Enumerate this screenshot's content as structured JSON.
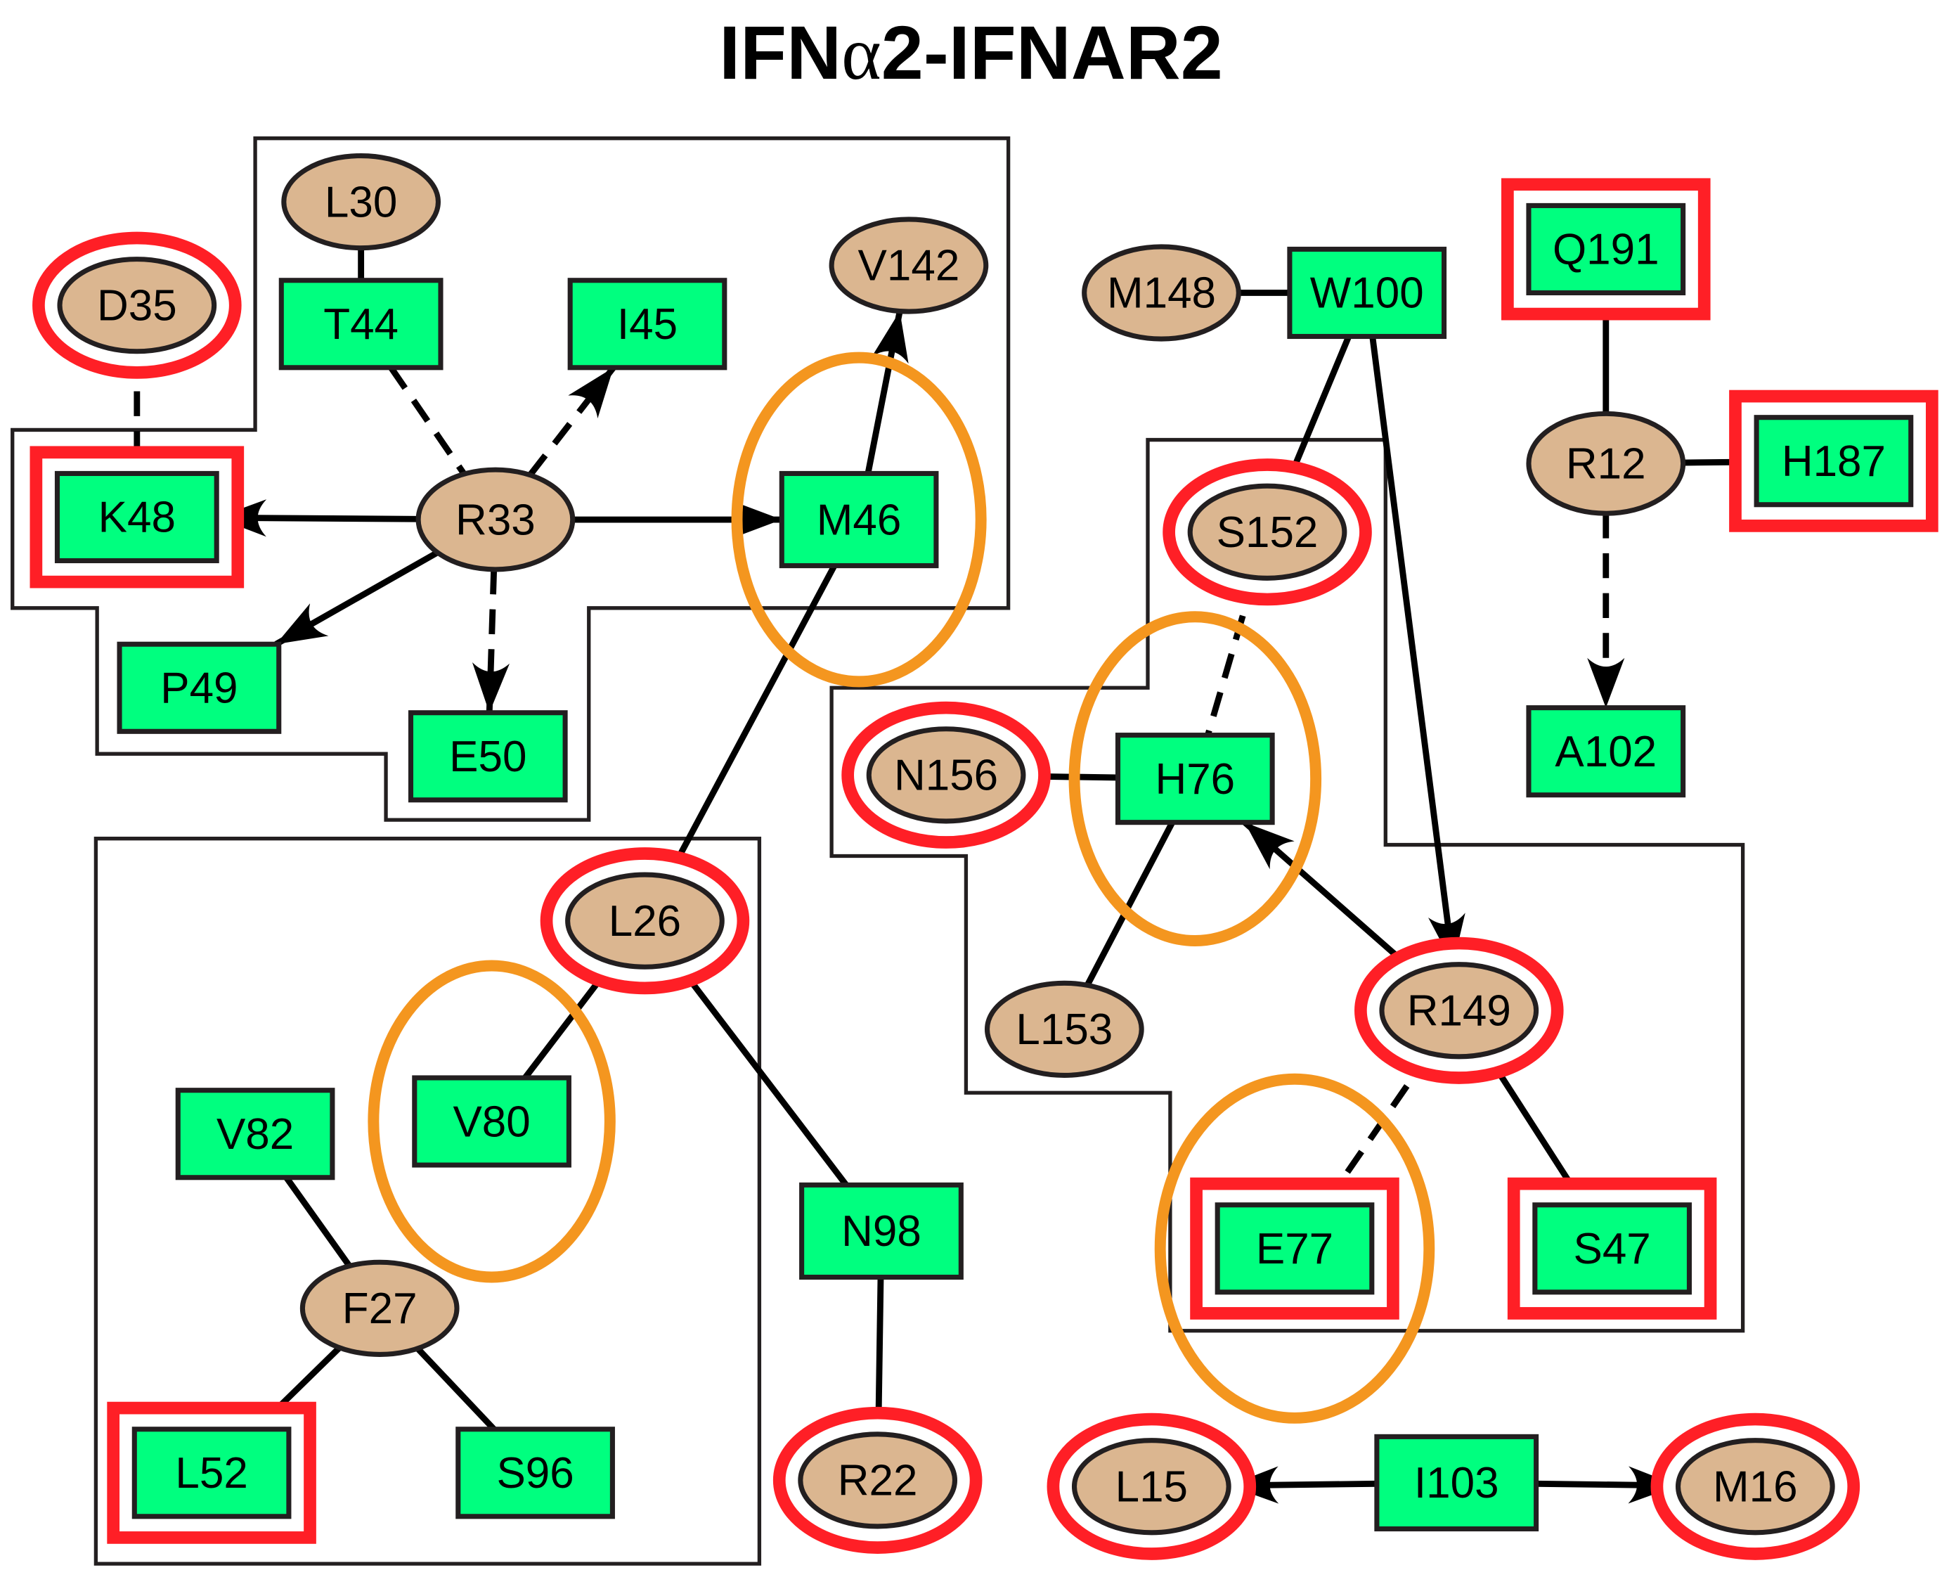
{
  "title": {
    "prefix": "IFN",
    "greek": "α",
    "suffix": "2-IFNAR2"
  },
  "colors": {
    "green_fill": "#00FF7F",
    "tan_fill": "#DBB690",
    "outline": "#231F20",
    "hotspot_red": "#FF1F26",
    "orange_ring": "#F4961F",
    "edge": "#000000"
  },
  "legend_semantics": {
    "box_shape": "green rectangle residue",
    "ellipse_shape": "tan ellipse residue",
    "red_ring": "red double outline",
    "orange_ring": "orange circle"
  },
  "nodes": [
    {
      "id": "L30",
      "label": "L30",
      "shape": "ellipse",
      "red": false,
      "orange": false
    },
    {
      "id": "D35",
      "label": "D35",
      "shape": "ellipse",
      "red": true,
      "orange": false
    },
    {
      "id": "T44",
      "label": "T44",
      "shape": "box",
      "red": false,
      "orange": false
    },
    {
      "id": "I45",
      "label": "I45",
      "shape": "box",
      "red": false,
      "orange": false
    },
    {
      "id": "V142",
      "label": "V142",
      "shape": "ellipse",
      "red": false,
      "orange": false
    },
    {
      "id": "K48",
      "label": "K48",
      "shape": "box",
      "red": true,
      "orange": false
    },
    {
      "id": "R33",
      "label": "R33",
      "shape": "ellipse",
      "red": false,
      "orange": false
    },
    {
      "id": "M46",
      "label": "M46",
      "shape": "box",
      "red": false,
      "orange": true
    },
    {
      "id": "P49",
      "label": "P49",
      "shape": "box",
      "red": false,
      "orange": false
    },
    {
      "id": "E50",
      "label": "E50",
      "shape": "box",
      "red": false,
      "orange": false
    },
    {
      "id": "M148",
      "label": "M148",
      "shape": "ellipse",
      "red": false,
      "orange": false
    },
    {
      "id": "W100",
      "label": "W100",
      "shape": "box",
      "red": false,
      "orange": false
    },
    {
      "id": "Q191",
      "label": "Q191",
      "shape": "box",
      "red": true,
      "orange": false
    },
    {
      "id": "R12",
      "label": "R12",
      "shape": "ellipse",
      "red": false,
      "orange": false
    },
    {
      "id": "H187",
      "label": "H187",
      "shape": "box",
      "red": true,
      "orange": false
    },
    {
      "id": "A102",
      "label": "A102",
      "shape": "box",
      "red": false,
      "orange": false
    },
    {
      "id": "S152",
      "label": "S152",
      "shape": "ellipse",
      "red": true,
      "orange": false
    },
    {
      "id": "N156",
      "label": "N156",
      "shape": "ellipse",
      "red": true,
      "orange": false
    },
    {
      "id": "H76",
      "label": "H76",
      "shape": "box",
      "red": false,
      "orange": true
    },
    {
      "id": "L153",
      "label": "L153",
      "shape": "ellipse",
      "red": false,
      "orange": false
    },
    {
      "id": "R149",
      "label": "R149",
      "shape": "ellipse",
      "red": true,
      "orange": false
    },
    {
      "id": "E77",
      "label": "E77",
      "shape": "box",
      "red": true,
      "orange": true
    },
    {
      "id": "S47",
      "label": "S47",
      "shape": "box",
      "red": true,
      "orange": false
    },
    {
      "id": "L26",
      "label": "L26",
      "shape": "ellipse",
      "red": true,
      "orange": false
    },
    {
      "id": "V80",
      "label": "V80",
      "shape": "box",
      "red": false,
      "orange": true
    },
    {
      "id": "V82",
      "label": "V82",
      "shape": "box",
      "red": false,
      "orange": false
    },
    {
      "id": "F27",
      "label": "F27",
      "shape": "ellipse",
      "red": false,
      "orange": false
    },
    {
      "id": "L52",
      "label": "L52",
      "shape": "box",
      "red": true,
      "orange": false
    },
    {
      "id": "S96",
      "label": "S96",
      "shape": "box",
      "red": false,
      "orange": false
    },
    {
      "id": "N98",
      "label": "N98",
      "shape": "box",
      "red": false,
      "orange": false
    },
    {
      "id": "R22",
      "label": "R22",
      "shape": "ellipse",
      "red": true,
      "orange": false
    },
    {
      "id": "L15",
      "label": "L15",
      "shape": "ellipse",
      "red": true,
      "orange": false
    },
    {
      "id": "I103",
      "label": "I103",
      "shape": "box",
      "red": false,
      "orange": false
    },
    {
      "id": "M16",
      "label": "M16",
      "shape": "ellipse",
      "red": true,
      "orange": false
    }
  ],
  "edges": [
    {
      "from": "L30",
      "to": "T44",
      "style": "solid",
      "arrow": false
    },
    {
      "from": "D35",
      "to": "K48",
      "style": "dashed",
      "arrow": false
    },
    {
      "from": "T44",
      "to": "R33",
      "style": "dashed",
      "arrow": false
    },
    {
      "from": "R33",
      "to": "I45",
      "style": "dashed",
      "arrow": true
    },
    {
      "from": "R33",
      "to": "K48",
      "style": "solid",
      "arrow": true
    },
    {
      "from": "R33",
      "to": "M46",
      "style": "solid",
      "arrow": true
    },
    {
      "from": "R33",
      "to": "P49",
      "style": "solid",
      "arrow": true
    },
    {
      "from": "R33",
      "to": "E50",
      "style": "dashed",
      "arrow": true
    },
    {
      "from": "M46",
      "to": "V142",
      "style": "solid",
      "arrow": true
    },
    {
      "from": "M46",
      "to": "L26",
      "style": "solid",
      "arrow": false
    },
    {
      "from": "M148",
      "to": "W100",
      "style": "solid",
      "arrow": false
    },
    {
      "from": "W100",
      "to": "S152",
      "style": "solid",
      "arrow": false
    },
    {
      "from": "W100",
      "to": "R149",
      "style": "solid",
      "arrow": true
    },
    {
      "from": "Q191",
      "to": "R12",
      "style": "solid",
      "arrow": false
    },
    {
      "from": "R12",
      "to": "H187",
      "style": "solid",
      "arrow": false
    },
    {
      "from": "R12",
      "to": "A102",
      "style": "dashed",
      "arrow": true
    },
    {
      "from": "S152",
      "to": "H76",
      "style": "dashed",
      "arrow": false
    },
    {
      "from": "N156",
      "to": "H76",
      "style": "solid",
      "arrow": false
    },
    {
      "from": "H76",
      "to": "L153",
      "style": "solid",
      "arrow": false
    },
    {
      "from": "R149",
      "to": "H76",
      "style": "solid",
      "arrow": true
    },
    {
      "from": "R149",
      "to": "E77",
      "style": "dashed",
      "arrow": false
    },
    {
      "from": "R149",
      "to": "S47",
      "style": "solid",
      "arrow": false
    },
    {
      "from": "L26",
      "to": "V80",
      "style": "solid",
      "arrow": false
    },
    {
      "from": "L26",
      "to": "N98",
      "style": "solid",
      "arrow": false
    },
    {
      "from": "V82",
      "to": "F27",
      "style": "solid",
      "arrow": false
    },
    {
      "from": "F27",
      "to": "L52",
      "style": "solid",
      "arrow": false
    },
    {
      "from": "F27",
      "to": "S96",
      "style": "solid",
      "arrow": false
    },
    {
      "from": "N98",
      "to": "R22",
      "style": "solid",
      "arrow": false
    },
    {
      "from": "I103",
      "to": "L15",
      "style": "solid",
      "arrow": true
    },
    {
      "from": "I103",
      "to": "M16",
      "style": "solid",
      "arrow": true
    }
  ],
  "clusters": [
    {
      "id": "cluster-r33",
      "members": [
        "L30",
        "T44",
        "I45",
        "V142",
        "K48",
        "R33",
        "M46",
        "P49",
        "E50"
      ]
    },
    {
      "id": "cluster-h76",
      "members": [
        "S152",
        "N156",
        "H76",
        "L153",
        "R149",
        "E77",
        "S47"
      ]
    },
    {
      "id": "cluster-l26",
      "members": [
        "L26",
        "V80",
        "V82",
        "F27",
        "L52",
        "S96"
      ]
    }
  ]
}
